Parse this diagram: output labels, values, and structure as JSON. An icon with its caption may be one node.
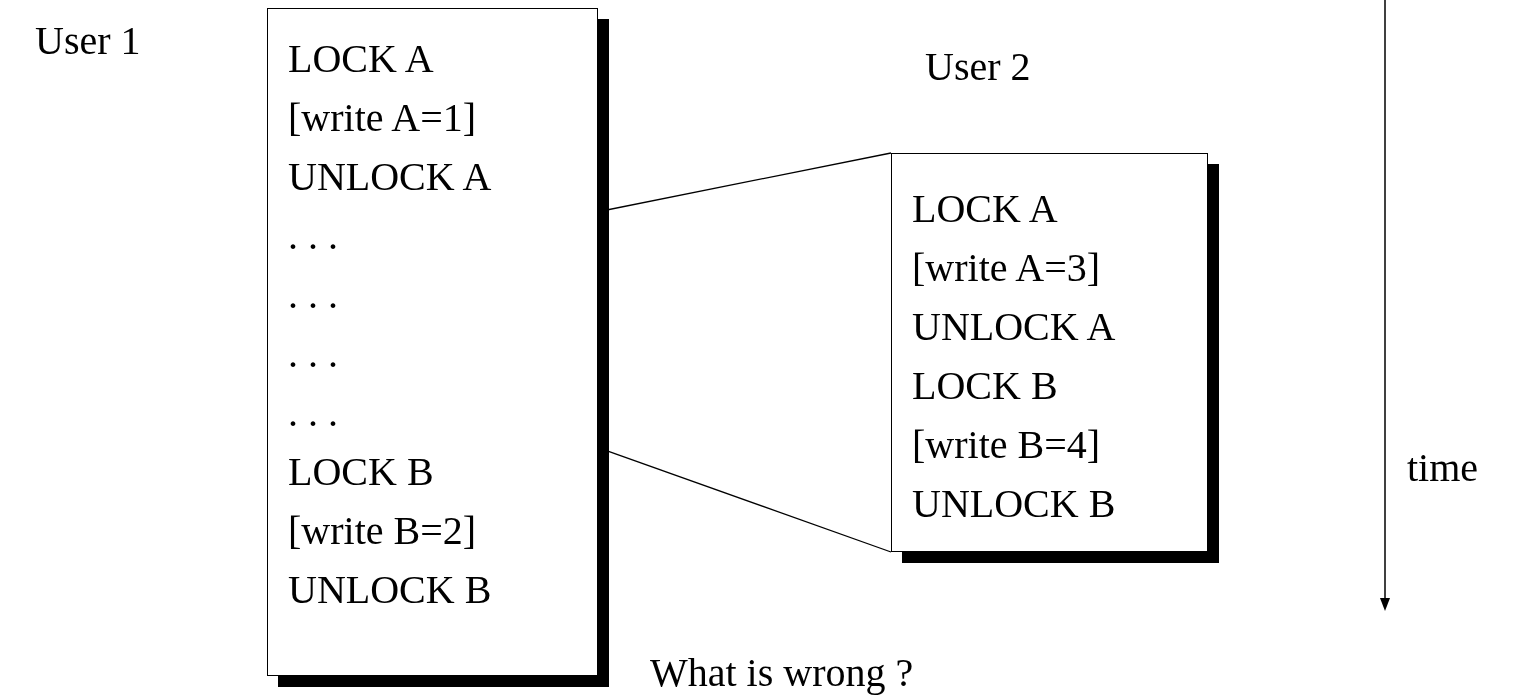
{
  "diagram": {
    "nodes": [
      {
        "text": [
          "LOCK A",
          "[write A=1]",
          "UNLOCK A",
          ". . .",
          ". . .",
          ". . .",
          ". . .",
          "LOCK B",
          "[write B=2]",
          "UNLOCK B"
        ]
      },
      {
        "text": [
          "LOCK A",
          "[write A=3]",
          "UNLOCK A",
          "LOCK B",
          "[write B=4]",
          "UNLOCK B"
        ]
      }
    ],
    "edges": [
      {
        "from": 0,
        "to": 1,
        "arrow": "none"
      },
      {
        "from": 0,
        "to": 1,
        "arrow": "none"
      }
    ],
    "labels": [
      "User 1",
      "User 2",
      "time",
      "What is wrong ?"
    ]
  }
}
